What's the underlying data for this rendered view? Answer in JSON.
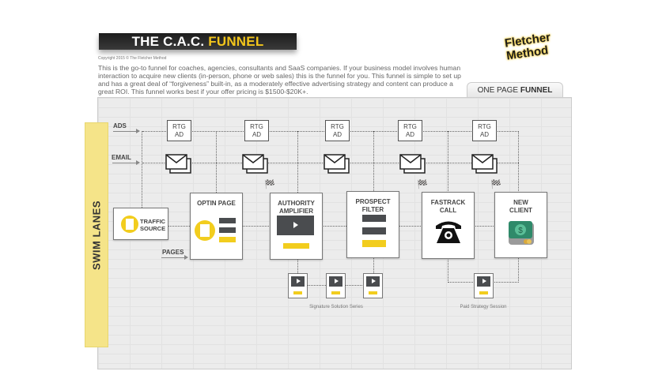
{
  "header": {
    "title_prefix": "THE C.A.C.",
    "title_highlight": "FUNNEL",
    "copyright": "Copyright 2015 © The Fletcher Method",
    "description": "This is the go-to funnel for coaches, agencies, consultants and SaaS companies. If your business model involves human interaction to acquire new clients (in-person, phone or web sales) this is the funnel for you. This funnel is simple to set up and has a great deal of “forgiveness” built-in, as a moderately effective advertising strategy and content can produce a great ROI. This funnel works best if your offer pricing is $1500-$20K+."
  },
  "logo": {
    "line1": "Fletcher",
    "line2": "Method"
  },
  "tab": {
    "prefix": "ONE PAGE",
    "bold": "FUNNEL"
  },
  "swim_lanes": {
    "label": "SWIM LANES",
    "ads": "ADS",
    "email": "EMAIL",
    "pages": "PAGES"
  },
  "rtg": {
    "line1": "RTG",
    "line2": "AD"
  },
  "steps": {
    "traffic": {
      "line1": "TRAFFIC",
      "line2": "SOURCE"
    },
    "optin": "OPTIN PAGE",
    "authority": {
      "line1": "AUTHORITY",
      "line2": "AMPLIFIER"
    },
    "prospect": {
      "line1": "PROSPECT",
      "line2": "FILTER"
    },
    "fastrack": {
      "line1": "FASTRACK",
      "line2": "CALL"
    },
    "client": {
      "line1": "NEW",
      "line2": "CLIENT"
    }
  },
  "captions": {
    "series": "Signature Solution Series",
    "session": "Paid Strategy Session"
  },
  "colors": {
    "accent": "#f2cd1e",
    "dark": "#4a4c4f"
  }
}
